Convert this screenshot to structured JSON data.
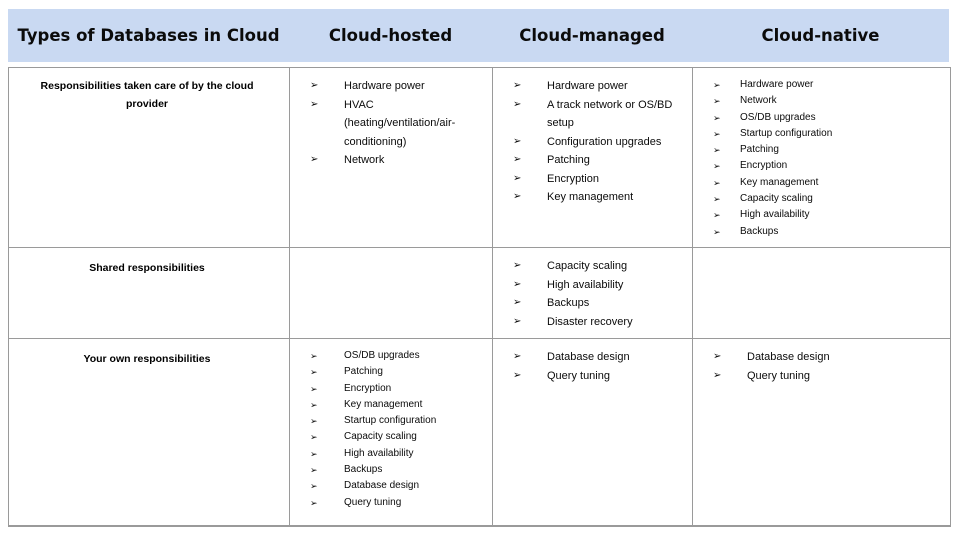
{
  "header": {
    "title": "Types of Databases in Cloud",
    "columns": [
      "Cloud-hosted",
      "Cloud-managed",
      "Cloud-native"
    ]
  },
  "rows": [
    {
      "label": "Responsibilities taken care of by the cloud provider",
      "cloud_hosted": [
        "Hardware power",
        "HVAC (heating/ventilation/air-conditioning)",
        "Network"
      ],
      "cloud_managed": [
        "Hardware power",
        "A track network or OS/BD setup",
        "Configuration upgrades",
        "Patching",
        "Encryption",
        "Key management"
      ],
      "cloud_native": [
        "Hardware power",
        "Network",
        "OS/DB upgrades",
        "Startup configuration",
        "Patching",
        "Encryption",
        "Key management",
        "Capacity scaling",
        "High availability",
        "Backups"
      ]
    },
    {
      "label": "Shared responsibilities",
      "cloud_hosted": [],
      "cloud_managed": [
        "Capacity scaling",
        "High availability",
        "Backups",
        "Disaster recovery"
      ],
      "cloud_native": []
    },
    {
      "label": "Your own responsibilities",
      "cloud_hosted": [
        "OS/DB upgrades",
        "Patching",
        "Encryption",
        "Key management",
        "Startup configuration",
        "Capacity scaling",
        "High availability",
        "Backups",
        "Database design",
        "Query tuning"
      ],
      "cloud_managed": [
        "Database design",
        "Query tuning"
      ],
      "cloud_native": [
        "Database design",
        "Query tuning"
      ]
    }
  ],
  "bullet_glyph": "➢",
  "colors": {
    "header_bg": "#c9d9f2",
    "border": "#9a9a9a",
    "text": "#000000"
  }
}
